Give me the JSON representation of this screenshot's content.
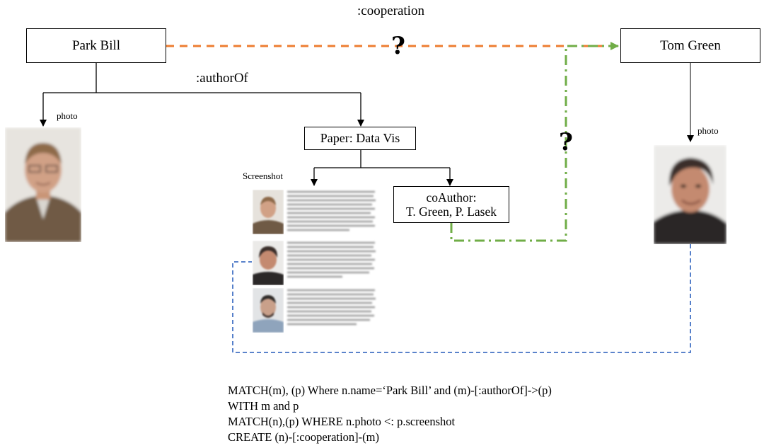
{
  "nodes": {
    "park_bill": "Park Bill",
    "tom_green": "Tom Green",
    "paper": "Paper: Data Vis",
    "coauthor_line1": "coAuthor:",
    "coauthor_line2": "T. Green, P. Lasek"
  },
  "edges": {
    "cooperation": ":cooperation",
    "author_of": ":authorOf",
    "photo_left": "photo",
    "photo_right": "photo",
    "screenshot": "Screenshot",
    "unknown_top": "?",
    "unknown_right": "?"
  },
  "colors": {
    "cooperation_edge": "#ED7D31",
    "inference_edge": "#70AD47",
    "match_edge": "#4472C4"
  },
  "query": [
    "MATCH(m), (p) Where n.name=‘Park Bill’ and (m)-[:authorOf]->(p)",
    "WITH m and p",
    "MATCH(n),(p) WHERE n.photo <: p.screenshot",
    "CREATE (n)-[:cooperation]-(m)"
  ]
}
